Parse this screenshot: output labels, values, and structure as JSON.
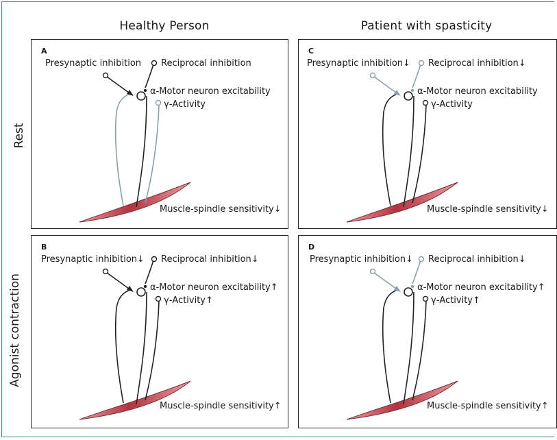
{
  "columns": {
    "healthy": "Healthy Person",
    "patient": "Patient with spasticity"
  },
  "rows": {
    "rest": "Rest",
    "agonist": "Agonist contraction"
  },
  "colors": {
    "frame": "#3b8f86",
    "healthy_path": "#222222",
    "reduced_path": "#8aa0ad",
    "muscle_dark": "#b1343f",
    "muscle_light": "#e99aa0"
  },
  "panels": {
    "A": {
      "letter": "A",
      "presynaptic": "Presynaptic inhibition",
      "reciprocal": "Reciprocal inhibition",
      "alpha": "α-Motor neuron excitability",
      "gamma": "γ-Activity",
      "spindle": "Muscle-spindle sensitivity↓"
    },
    "B": {
      "letter": "B",
      "presynaptic": "Presynaptic inhibition↓",
      "reciprocal": "Reciprocal inhibition↓",
      "alpha": "α-Motor neuron excitability↑",
      "gamma": "γ-Activity↑",
      "spindle": "Muscle-spindle sensitivity↑"
    },
    "C": {
      "letter": "C",
      "presynaptic": "Presynaptic inhibition↓",
      "reciprocal": "Reciprocal inhibition↓",
      "alpha": "α-Motor neuron excitability",
      "gamma": "γ-Activity",
      "spindle": "Muscle-spindle sensitivity↓"
    },
    "D": {
      "letter": "D",
      "presynaptic": "Presynaptic inhibition↓",
      "reciprocal": "Reciprocal inhibition↓",
      "alpha": "α-Motor neuron excitability↑",
      "gamma": "γ-Activity↑",
      "spindle": "Muscle-spindle sensitivity↑"
    }
  }
}
